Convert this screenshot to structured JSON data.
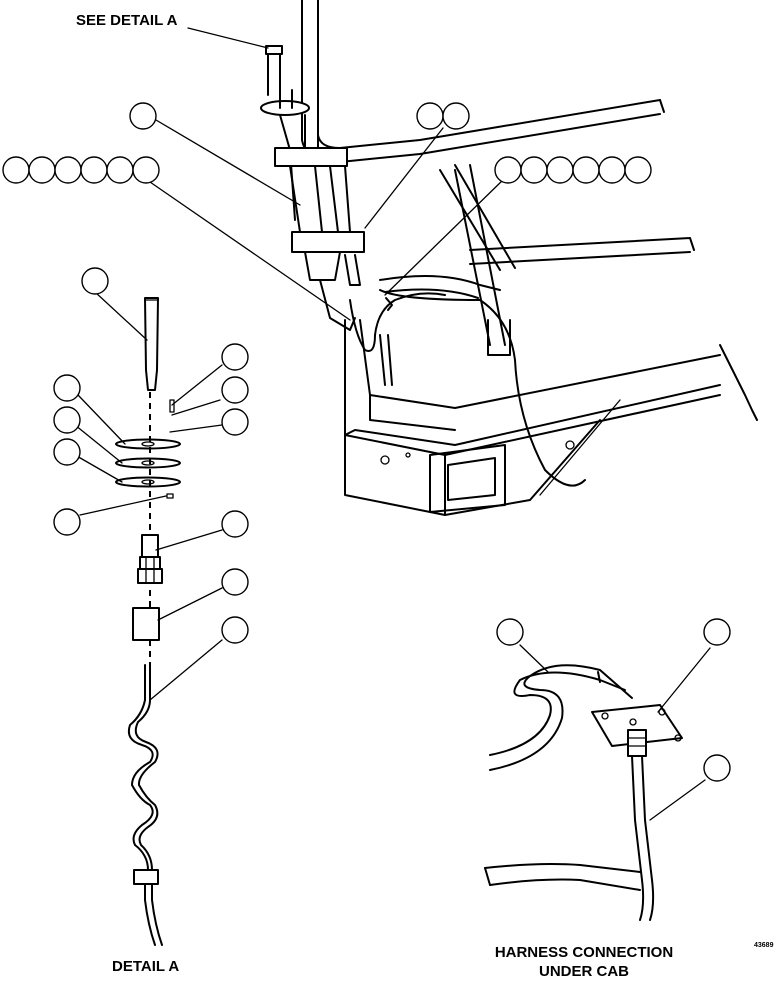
{
  "labels": {
    "see_detail": "SEE DETAIL A",
    "detail_a": "DETAIL A",
    "harness_line1": "HARNESS CONNECTION",
    "harness_line2": "UNDER CAB",
    "drawing_number": "43689"
  },
  "colors": {
    "ink": "#000000",
    "paper": "#ffffff"
  }
}
